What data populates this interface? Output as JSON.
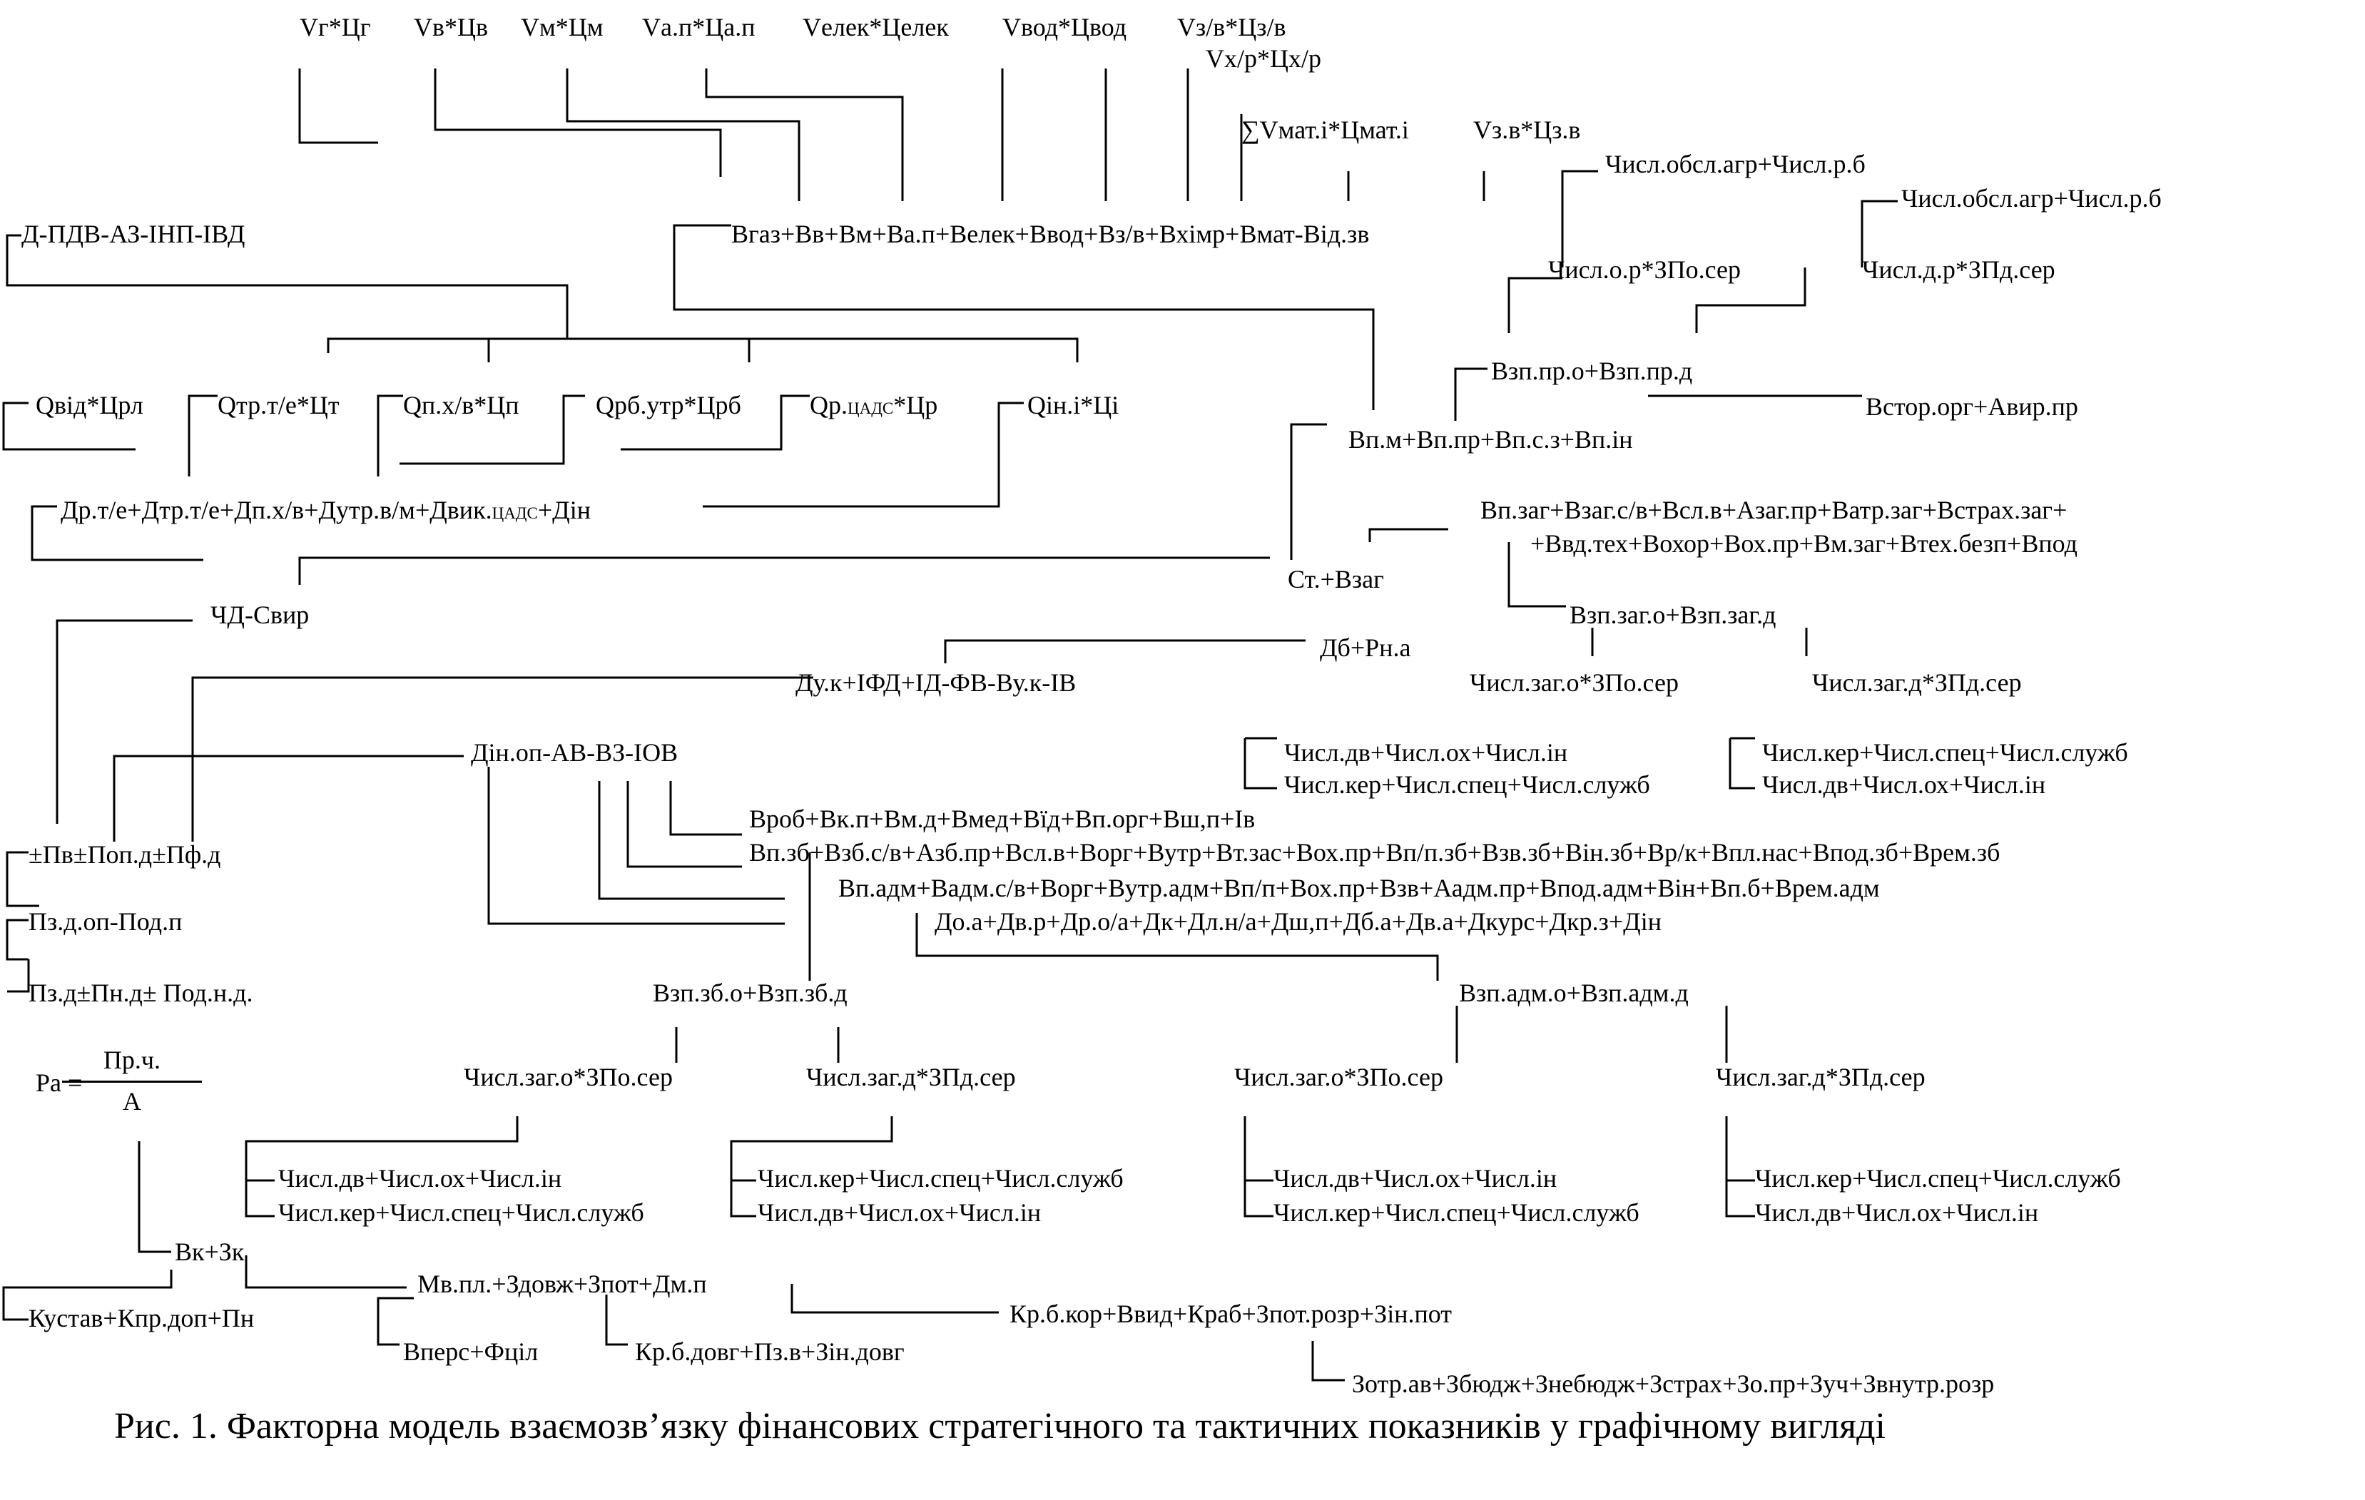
{
  "labels": {
    "vg": "Vг*Цг",
    "vv": "Vв*Цв",
    "vm": "Vм*Цм",
    "vap": "Vа.п*Ца.п",
    "velek": "Vелек*Целек",
    "vvod": "Vвод*Цвод",
    "vzv": "Vз/в*Цз/в",
    "vxr": "Vх/р*Цх/р",
    "vmat": "∑Vмат.і*Цмат.і",
    "vzvz": "Vз.в*Цз.в",
    "num_obsl1": "Числ.обсл.агр+Числ.р.б",
    "num_obsl2": "Числ.обсл.агр+Числ.р.б",
    "d_pdv": "Д-ПДВ-АЗ-ІНП-ІВД",
    "vgaz": "Вгаз+Вв+Вм+Ва.п+Велек+Ввод+Вз/в+Вхімр+Вмат-Від.зв",
    "num_or": "Числ.о.р*ЗПо.сер",
    "num_dr": "Числ.д.р*ЗПд.сер",
    "vzp_pr": "Взп.пр.о+Взп.пр.д",
    "q_vid": "Qвід*Црл",
    "q_tr": "Qтр.т/е*Цт",
    "q_px": "Qп.х/в*Цп",
    "q_rb": "Qрб.утр*Црб",
    "q_r_a": "Qр.",
    "q_r_sub": "ЦАДС",
    "q_r_b": "*Цр",
    "q_in": "Qін.і*Ці",
    "vstor": "Встор.орг+Авир.пр",
    "vpm": "Вп.м+Вп.пр+Вп.с.з+Вп.ін",
    "dr_a": "Др.т/е+Дтр.т/е+Дп.х/в+Дутр.в/м+Двик.",
    "dr_sub": "ЦАДС",
    "dr_b": "+Дін",
    "vpzag1": "Вп.заг+Взаг.с/в+Всл.в+Азаг.пр+Ватр.заг+Встрах.заг+",
    "vpzag2": "+Ввд.тех+Вохор+Вох.пр+Вм.заг+Втех.безп+Впод",
    "st_vzag": "Ст.+Взаг",
    "chd_svyr": "ЧД-Свир",
    "vzp_zag": "Взп.заг.о+Взп.заг.д",
    "db_rna": "Дб+Рн.а",
    "du_k": "Ду.к+ІФД+ІД-ФВ-Ву.к-ІВ",
    "num_zag_o": "Числ.заг.о*ЗПо.сер",
    "num_zag_d": "Числ.заг.д*ЗПд.сер",
    "din_op": "Дін.оп-АВ-ВЗ-ІОВ",
    "n_dv_ox_in_a": "Числ.дв+Числ.ох+Числ.ін",
    "n_ker_spec_a": "Числ.кер+Числ.спец+Числ.служб",
    "n_ker_spec_b": "Числ.кер+Числ.спец+Числ.служб",
    "n_dv_ox_in_b": "Числ.дв+Числ.ох+Числ.ін",
    "vrob": "Вроб+Вк.п+Вм.д+Вмед+Вїд+Вп.орг+Вш,п+Ів",
    "pv_pop": "±Пв±Поп.д±Пф.д",
    "vpzb": "Вп.зб+Взб.с/в+Азб.пр+Всл.в+Ворг+Вутр+Вт.зас+Вох.пр+Вп/п.зб+Взв.зб+Він.зб+Вр/к+Впл.нас+Впод.зб+Врем.зб",
    "vpadm": "Вп.адм+Вадм.с/в+Ворг+Вутр.адм+Вп/п+Вох.пр+Взв+Аадм.пр+Впод.адм+Він+Вп.б+Врем.адм",
    "pz_d_op": "Пз.д.оп-Под.п",
    "do_a": "До.а+Дв.р+Др.о/а+Дк+Дл.н/а+Дш,п+Дб.а+Дв.а+Дкурс+Дкр.з+Дін",
    "pz_d": "Пз.д±Пн.д± Под.н.д.",
    "vzp_zb": "Взп.зб.о+Взп.зб.д",
    "vzp_adm": "Взп.адм.о+Взп.адм.д",
    "ra": "Ра =",
    "ra_num": "Пр.ч.",
    "ra_den": "А",
    "zb_o": "Числ.заг.о*ЗПо.сер",
    "zb_d": "Числ.заг.д*ЗПд.сер",
    "adm_o": "Числ.заг.о*ЗПо.сер",
    "adm_d": "Числ.заг.д*ЗПд.сер",
    "zbo_1": "Числ.дв+Числ.ох+Числ.ін",
    "zbo_2": "Числ.кер+Числ.спец+Числ.служб",
    "zbd_1": "Числ.кер+Числ.спец+Числ.служб",
    "zbd_2": "Числ.дв+Числ.ох+Числ.ін",
    "admo_1": "Числ.дв+Числ.ох+Числ.ін",
    "admo_2": "Числ.кер+Числ.спец+Числ.служб",
    "admd_1": "Числ.кер+Числ.спец+Числ.служб",
    "admd_2": "Числ.дв+Числ.ох+Числ.ін",
    "vk_zk": "Вк+Зк",
    "mv_pl": "Мв.пл.+Здовж+Зпот+Дм.п",
    "kustav": "Кустав+Кпр.доп+Пн",
    "krb_kor": "Кр.б.кор+Ввид+Краб+Зпот.розр+Зін.пот",
    "vpers": "Вперс+Фціл",
    "krb_dovg": "Кр.б.довг+Пз.в+Зін.довг",
    "zotr": "Зотр.ав+Збюдж+Знебюдж+Зстрах+Зо.пр+Зуч+Звнутр.розр"
  },
  "caption": "Рис. 1. Факторна модель взаємозв’язку фінансових стратегічного та тактичних показників у графічному вигляді"
}
